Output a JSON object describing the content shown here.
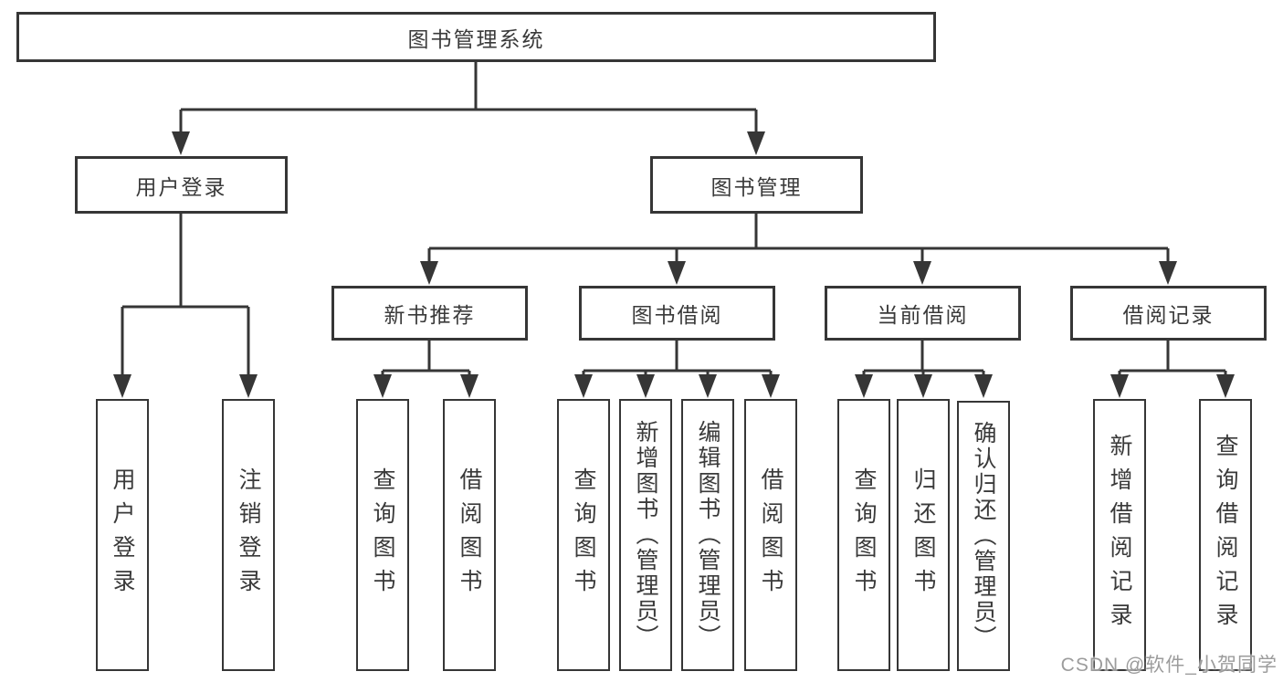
{
  "tree": {
    "root": {
      "label": "图书管理系统"
    },
    "children": [
      {
        "label": "用户登录",
        "children": [
          {
            "label": "用户登录"
          },
          {
            "label": "注销登录"
          }
        ]
      },
      {
        "label": "图书管理",
        "children": [
          {
            "label": "新书推荐",
            "children": [
              {
                "label": "查询图书"
              },
              {
                "label": "借阅图书"
              }
            ]
          },
          {
            "label": "图书借阅",
            "children": [
              {
                "label": "查询图书"
              },
              {
                "label": "新增图书（管理员）"
              },
              {
                "label": "编辑图书（管理员）"
              },
              {
                "label": "借阅图书"
              }
            ]
          },
          {
            "label": "当前借阅",
            "children": [
              {
                "label": "查询图书"
              },
              {
                "label": "归还图书"
              },
              {
                "label": "确认归还（管理员）"
              }
            ]
          },
          {
            "label": "借阅记录",
            "children": [
              {
                "label": "新增借阅记录"
              },
              {
                "label": "查询借阅记录"
              }
            ]
          }
        ]
      }
    ]
  },
  "watermark": "CSDN @软件_小贺同学",
  "colors": {
    "line": "#363636",
    "box_border": "#363636",
    "text": "#3a3a3a",
    "box_background": "#ffffff",
    "page_background": "#ffffff",
    "watermark": "#949494"
  }
}
